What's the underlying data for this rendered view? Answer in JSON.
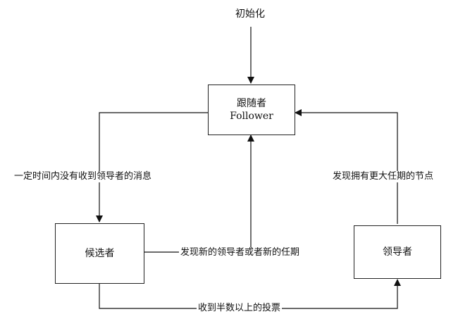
{
  "nodes": {
    "init": "初始化",
    "follower": {
      "line1": "跟随者",
      "line2": "Follower"
    },
    "candidate": "候选者",
    "leader": "领导者"
  },
  "edges": {
    "timeout": "一定时间内没有收到领导者的消息",
    "discover_leader": "发现新的领导者或者新的任期",
    "majority_votes": "收到半数以上的投票",
    "higher_term": "发现拥有更大任期的节点"
  }
}
